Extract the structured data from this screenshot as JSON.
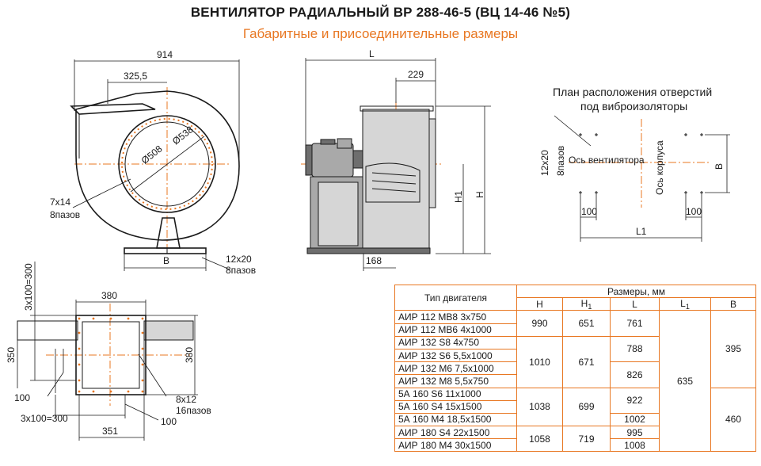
{
  "header": {
    "title": "ВЕНТИЛЯТОР РАДИАЛЬНЫЙ ВР 288-46-5 (ВЦ 14-46 №5)",
    "subtitle": "Габаритные и присоединительные размеры"
  },
  "front_view": {
    "dim_width": "914",
    "dim_half": "325,5",
    "dim_d508": "Ø508",
    "dim_d538": "Ø538",
    "slots_size": "7x14",
    "slots_count": "8пазов",
    "dim_b": "B",
    "base_slots_size": "12x20",
    "base_slots_count": "8пазов"
  },
  "side_view": {
    "dim_l": "L",
    "dim_229": "229",
    "dim_h1": "H1",
    "dim_h": "H",
    "dim_168": "168"
  },
  "plan": {
    "title_line1": "План расположения отверстий",
    "title_line2": "под виброизоляторы",
    "holes_size": "12x20",
    "holes_count": "8пазов",
    "fan_axis": "Ось вентилятора",
    "body_axis": "Ось корпуса",
    "dim_b": "B",
    "dim_100_left": "100",
    "dim_100_right": "100",
    "dim_l1": "L1"
  },
  "flange_view": {
    "dim_top": "380",
    "dim_left_pitch": "3x100=300",
    "dim_350": "350",
    "dim_right": "380",
    "dim_100_left": "100",
    "dim_bottom_pitch": "3x100=300",
    "holes_size": "8x12",
    "holes_count": "16пазов",
    "dim_100_bottom": "100",
    "dim_351": "351"
  },
  "table": {
    "col_motor": "Тип двигателя",
    "col_group": "Размеры, мм",
    "col_h": "H",
    "col_h1_main": "H",
    "col_h1_sub": "1",
    "col_l": "L",
    "col_l1_main": "L",
    "col_l1_sub": "1",
    "col_b": "B",
    "motors": [
      "АИР 112 МВ8 3х750",
      "АИР 112 МВ6 4х1000",
      "АИР 132 S8 4х750",
      "АИР 132 S6 5,5х1000",
      "АИР 132 М6 7,5х1000",
      "АИР 132 М8 5,5х750",
      "5А 160 S6 11х1000",
      "5А 160 S4 15х1500",
      "5А 160 М4 18,5х1500",
      "АИР 180 S4 22х1500",
      "АИР 180 М4 30х1500"
    ],
    "h_values": [
      "990",
      "1010",
      "1038",
      "1058"
    ],
    "h1_values": [
      "651",
      "671",
      "699",
      "719"
    ],
    "l_values": [
      "761",
      "788",
      "826",
      "922",
      "1002",
      "995",
      "1008"
    ],
    "l1_value": "635",
    "b_values": [
      "395",
      "460"
    ]
  },
  "colors": {
    "accent": "#e87722",
    "line": "#1a1a1a",
    "fill_light": "#d6d6d6",
    "fill_mid": "#a9a9a9",
    "fill_dark": "#6e6e6e"
  }
}
